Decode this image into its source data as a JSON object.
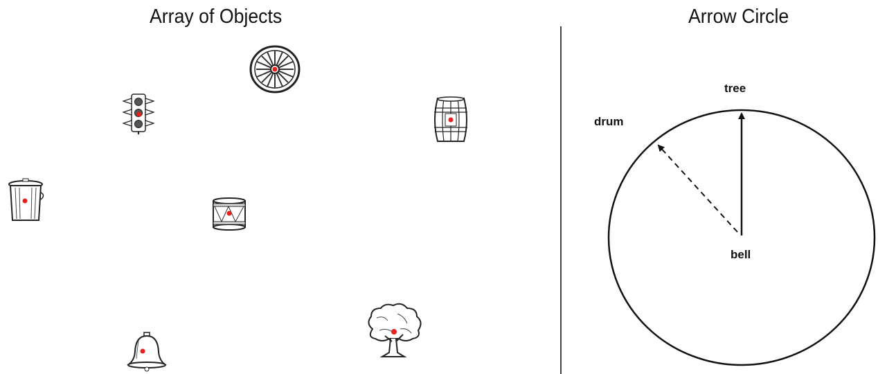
{
  "left_panel": {
    "title": "Array of Objects",
    "objects": [
      {
        "name": "wheel-icon"
      },
      {
        "name": "traffic-light-icon"
      },
      {
        "name": "barrel-icon"
      },
      {
        "name": "trash-can-icon"
      },
      {
        "name": "drum-icon"
      },
      {
        "name": "tree-icon"
      },
      {
        "name": "bell-icon"
      }
    ],
    "marker_color": "#e8201e"
  },
  "right_panel": {
    "title": "Arrow Circle",
    "labels": {
      "tree": "tree",
      "drum": "drum",
      "bell": "bell"
    }
  }
}
